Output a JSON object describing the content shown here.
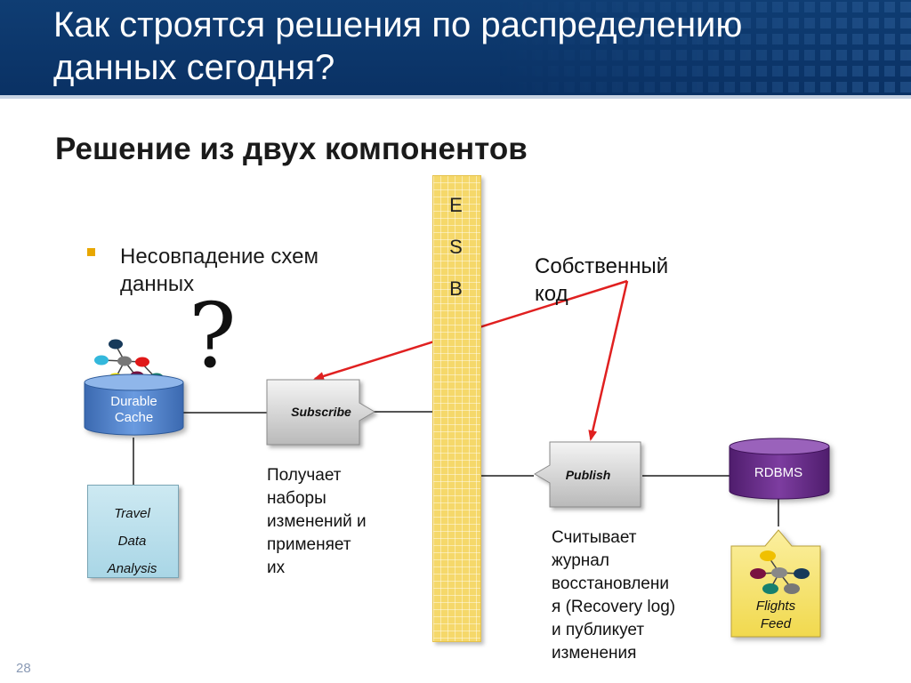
{
  "slide": {
    "title_line1": "Как строятся решения по распределению",
    "title_line2": "данных сегодня?",
    "subtitle": "Решение из двух компонентов",
    "bullet_line1": "Несовпадение схем",
    "bullet_line2": "данных",
    "question_mark": "?",
    "page_number": "28"
  },
  "esb": {
    "letters": [
      "E",
      "S",
      "B"
    ]
  },
  "durable_cache": {
    "line1": "Durable",
    "line2": "Cache"
  },
  "travel": {
    "line1": "Travel",
    "line2": "Data",
    "line3": "Analysis"
  },
  "subscribe": {
    "label": "Subscribe",
    "desc": [
      "Получает",
      "наборы",
      "изменений и",
      "применяет",
      "их"
    ]
  },
  "publish": {
    "label": "Publish",
    "desc": [
      "Считывает",
      "журнал",
      "восстановлени",
      "я (Recovery log)",
      "и публикует",
      "изменения"
    ]
  },
  "custom_code": {
    "line1": "Собственный",
    "line2": "код"
  },
  "rdbms": {
    "label": "RDBMS"
  },
  "flights": {
    "line1": "Flights",
    "line2": "Feed"
  },
  "colors": {
    "title_bg": "#0f3d73",
    "bullet": "#e8a700",
    "esb_bar": "#f5d86a",
    "cache": "#4e7fc4",
    "rdbms": "#6a2f8a",
    "arrow": "#e02020",
    "travel": "#b7dded",
    "flights": "#f7e57c"
  },
  "icons": [
    "network-graph-icon",
    "question-mark-icon"
  ]
}
